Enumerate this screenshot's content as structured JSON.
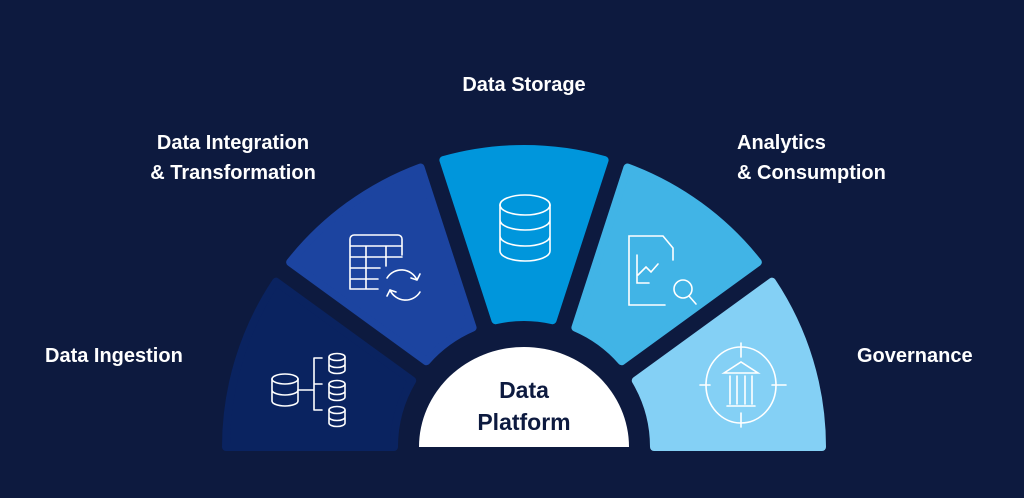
{
  "center": {
    "line1": "Data",
    "line2": "Platform"
  },
  "segments": [
    {
      "label_lines": [
        "Data Ingestion"
      ],
      "icon": "database-tree-icon",
      "color": "#0a2360"
    },
    {
      "label_lines": [
        "Data Integration",
        "& Transformation"
      ],
      "icon": "table-sync-icon",
      "color": "#1c44a0"
    },
    {
      "label_lines": [
        "Data Storage"
      ],
      "icon": "database-icon",
      "color": "#0096dc"
    },
    {
      "label_lines": [
        "Analytics",
        "& Consumption"
      ],
      "icon": "report-search-icon",
      "color": "#41b4e6"
    },
    {
      "label_lines": [
        "Governance"
      ],
      "icon": "institution-target-icon",
      "color": "#84d0f5"
    }
  ],
  "colors": {
    "background": "#0d1a3f",
    "center": "#ffffff",
    "center_text": "#0d1a3f"
  }
}
